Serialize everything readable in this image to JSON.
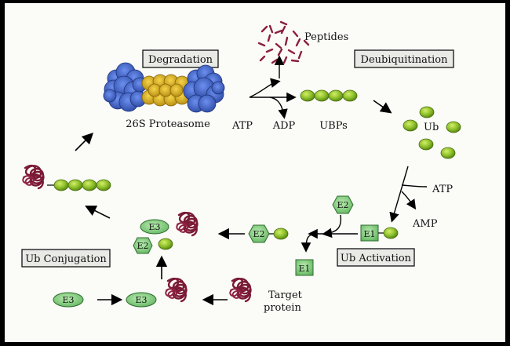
{
  "boxes": {
    "degradation": "Degradation",
    "deubiquitination": "Deubiquitination",
    "ub_activation": "Ub Activation",
    "ub_conjugation": "Ub Conjugation"
  },
  "labels": {
    "peptides": "Peptides",
    "proteasome": "26S Proteasome",
    "atp_top": "ATP",
    "adp_top": "ADP",
    "ubps": "UBPs",
    "ub": "Ub",
    "atp_right": "ATP",
    "amp": "AMP",
    "target_line1": "Target",
    "target_line2": "protein"
  },
  "enzymes": {
    "e1": "E1",
    "e2": "E2",
    "e3": "E3"
  },
  "colors": {
    "background": "#000000",
    "panel": "#fbfbf8",
    "ub_green": "#8dbf2a",
    "enzyme_green": "#7cc87a",
    "protein_maroon": "#7a1a34",
    "proteasome_blue": "#3c5fc4",
    "proteasome_gold": "#d8a817",
    "box_fill": "#e9e9e6"
  },
  "icons": {
    "proteasome": "proteasome-icon",
    "peptides": "peptide-fragments-icon",
    "ubiquitin": "ubiquitin-bead-icon",
    "protein": "target-protein-coil-icon"
  }
}
